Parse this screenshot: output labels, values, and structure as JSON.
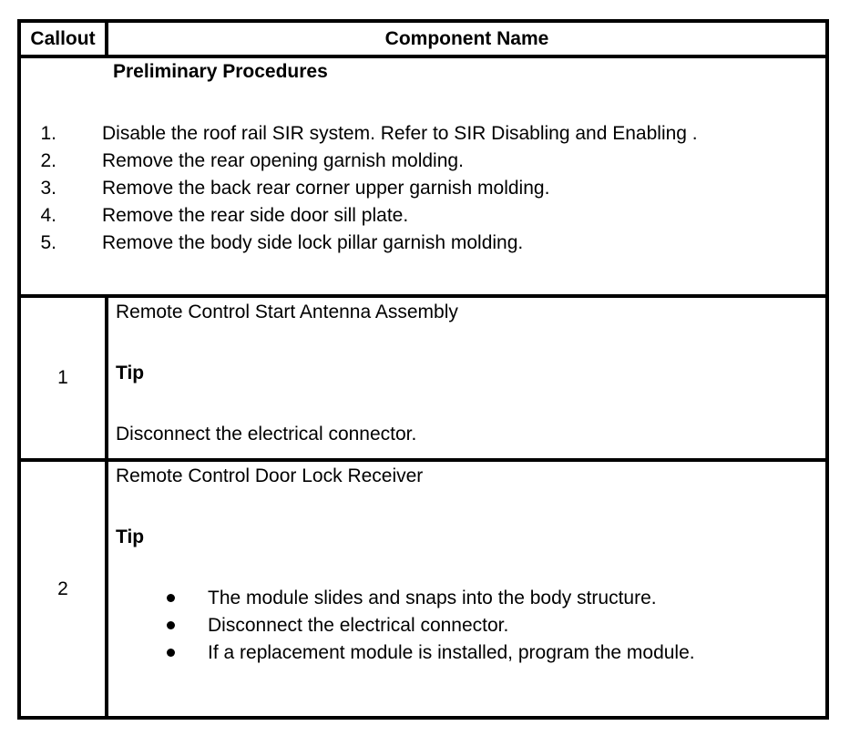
{
  "table": {
    "header": {
      "callout": "Callout",
      "component_name": "Component Name"
    },
    "preliminary": {
      "title": "Preliminary Procedures",
      "steps": [
        {
          "num": "1.",
          "text": "Disable the roof rail SIR system. Refer to SIR Disabling and Enabling ."
        },
        {
          "num": "2.",
          "text": "Remove the rear opening garnish molding."
        },
        {
          "num": "3.",
          "text": "Remove the back rear corner upper garnish molding."
        },
        {
          "num": "4.",
          "text": "Remove the rear side door sill plate."
        },
        {
          "num": "5.",
          "text": "Remove the body side lock pillar garnish molding."
        }
      ]
    },
    "rows": [
      {
        "callout": "1",
        "component": "Remote Control Start Antenna Assembly",
        "tip_label": "Tip",
        "note": "Disconnect the electrical connector."
      },
      {
        "callout": "2",
        "component": "Remote Control Door Lock Receiver",
        "tip_label": "Tip",
        "bullets": [
          "The module slides and snaps into the body structure.",
          "Disconnect the electrical connector.",
          "If a replacement module is installed, program the module."
        ]
      }
    ]
  },
  "colors": {
    "border": "#000000",
    "text": "#000000",
    "background": "#ffffff"
  }
}
